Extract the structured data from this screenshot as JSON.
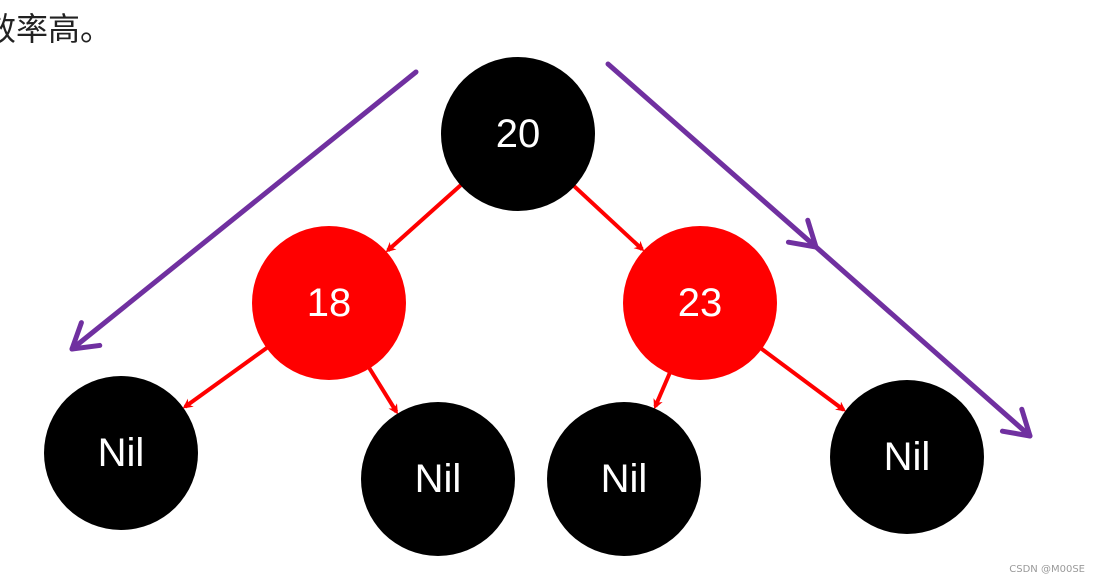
{
  "header_text": "效率高。",
  "colors": {
    "black_node": "#000000",
    "red_node": "#ff0000",
    "red_edge": "#ff0000",
    "path_arrow": "#7030a0",
    "label": "#ffffff"
  },
  "nodes": [
    {
      "id": "n20",
      "label": "20",
      "color": "black"
    },
    {
      "id": "n18",
      "label": "18",
      "color": "red"
    },
    {
      "id": "n23",
      "label": "23",
      "color": "red"
    },
    {
      "id": "nil1",
      "label": "Nil",
      "color": "black"
    },
    {
      "id": "nil2",
      "label": "Nil",
      "color": "black"
    },
    {
      "id": "nil3",
      "label": "Nil",
      "color": "black"
    },
    {
      "id": "nil4",
      "label": "Nil",
      "color": "black"
    }
  ],
  "edges": [
    {
      "from": "n20",
      "to": "n18"
    },
    {
      "from": "n20",
      "to": "n23"
    },
    {
      "from": "n18",
      "to": "nil1"
    },
    {
      "from": "n18",
      "to": "nil2"
    },
    {
      "from": "n23",
      "to": "nil3"
    },
    {
      "from": "n23",
      "to": "nil4"
    }
  ],
  "path_arrows": [
    {
      "id": "left-path",
      "icon": "arrow-down-left-icon"
    },
    {
      "id": "right-path",
      "icon": "arrow-down-right-icon"
    }
  ],
  "watermark": "CSDN @M00SE"
}
